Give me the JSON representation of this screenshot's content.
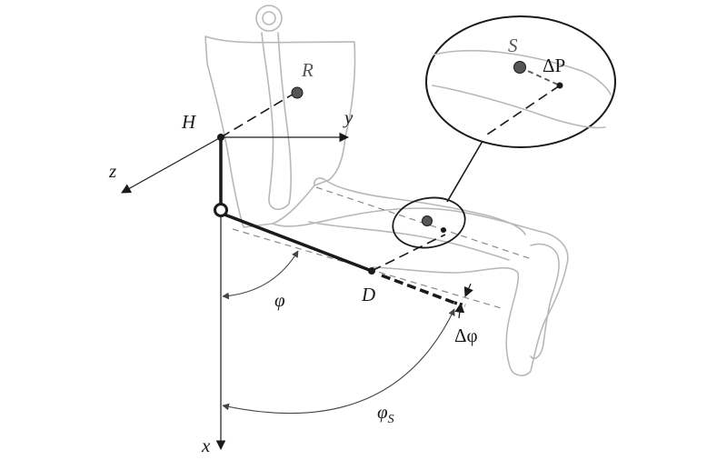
{
  "labels": {
    "hip": "H",
    "knee": "D",
    "thigh_point": "R",
    "shank_point": "S",
    "delta_p": "ΔP",
    "axis_x": "x",
    "axis_y": "y",
    "axis_z": "z",
    "angle_phi": "φ",
    "angle_phi_s": "φ",
    "angle_phi_s_sub": "S",
    "delta_phi": "Δφ"
  },
  "colors": {
    "ink": "#1a1a1a",
    "limb_outline": "#b8b8b8",
    "point_fill": "#555555",
    "reference_dash": "#8a8a8a"
  }
}
